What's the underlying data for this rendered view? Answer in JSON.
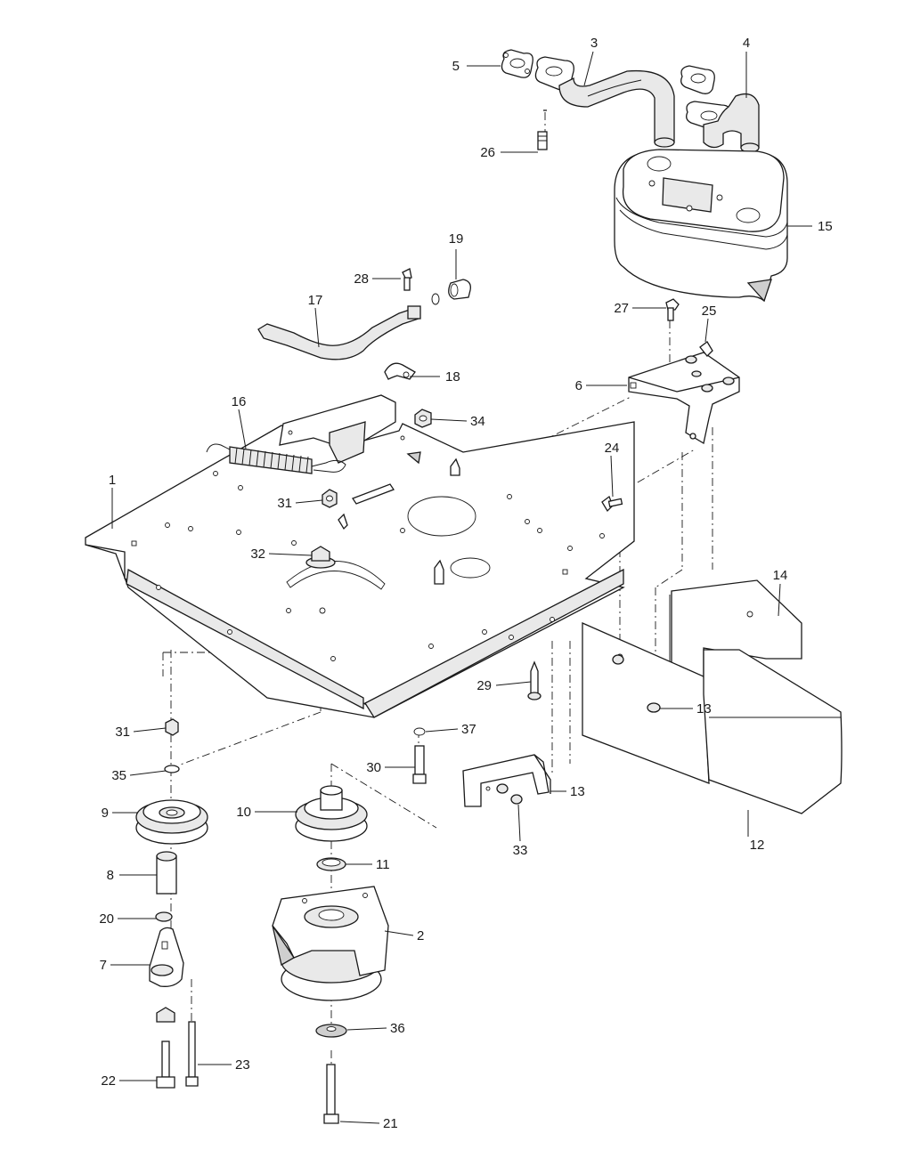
{
  "callouts": [
    {
      "id": "c1",
      "number": "1",
      "part": "mounting-plate"
    },
    {
      "id": "c2",
      "number": "2",
      "part": "pto-clutch"
    },
    {
      "id": "c3",
      "number": "3",
      "part": "exhaust-pipe-right"
    },
    {
      "id": "c4",
      "number": "4",
      "part": "exhaust-pipe-left"
    },
    {
      "id": "c5",
      "number": "5",
      "part": "exhaust-gasket"
    },
    {
      "id": "c6",
      "number": "6",
      "part": "muffler-bracket"
    },
    {
      "id": "c7",
      "number": "7",
      "part": "idler-arm"
    },
    {
      "id": "c8",
      "number": "8",
      "part": "spacer-bushing"
    },
    {
      "id": "c9",
      "number": "9",
      "part": "idler-pulley"
    },
    {
      "id": "c10",
      "number": "10",
      "part": "drive-pulley"
    },
    {
      "id": "c11",
      "number": "11",
      "part": "spacer-ring"
    },
    {
      "id": "c12",
      "number": "12",
      "part": "heat-shield-lower"
    },
    {
      "id": "c13a",
      "number": "13",
      "part": "flange-nut"
    },
    {
      "id": "c13b",
      "number": "13",
      "part": "clutch-bracket"
    },
    {
      "id": "c14",
      "number": "14",
      "part": "heat-shield-upper"
    },
    {
      "id": "c15",
      "number": "15",
      "part": "muffler"
    },
    {
      "id": "c16",
      "number": "16",
      "part": "extension-spring"
    },
    {
      "id": "c17",
      "number": "17",
      "part": "oil-drain-hose"
    },
    {
      "id": "c18",
      "number": "18",
      "part": "hose-clamp"
    },
    {
      "id": "c19",
      "number": "19",
      "part": "drain-plug"
    },
    {
      "id": "c20",
      "number": "20",
      "part": "washer"
    },
    {
      "id": "c21",
      "number": "21",
      "part": "clutch-bolt"
    },
    {
      "id": "c22",
      "number": "22",
      "part": "shoulder-bolt"
    },
    {
      "id": "c23",
      "number": "23",
      "part": "bolt"
    },
    {
      "id": "c24",
      "number": "24",
      "part": "carriage-bolt"
    },
    {
      "id": "c25",
      "number": "25",
      "part": "screw"
    },
    {
      "id": "c26",
      "number": "26",
      "part": "stud"
    },
    {
      "id": "c27",
      "number": "27",
      "part": "flange-bolt"
    },
    {
      "id": "c28",
      "number": "28",
      "part": "screw-small"
    },
    {
      "id": "c29",
      "number": "29",
      "part": "pin"
    },
    {
      "id": "c30",
      "number": "30",
      "part": "pivot-bolt"
    },
    {
      "id": "c31a",
      "number": "31",
      "part": "lock-nut-upper"
    },
    {
      "id": "c31b",
      "number": "31",
      "part": "lock-nut-lower"
    },
    {
      "id": "c32",
      "number": "32",
      "part": "nut-with-washer"
    },
    {
      "id": "c33",
      "number": "33",
      "part": "nut"
    },
    {
      "id": "c34",
      "number": "34",
      "part": "flange-lock-nut"
    },
    {
      "id": "c35",
      "number": "35",
      "part": "flat-washer"
    },
    {
      "id": "c36",
      "number": "36",
      "part": "clutch-washer"
    },
    {
      "id": "c37",
      "number": "37",
      "part": "washer-small"
    }
  ]
}
